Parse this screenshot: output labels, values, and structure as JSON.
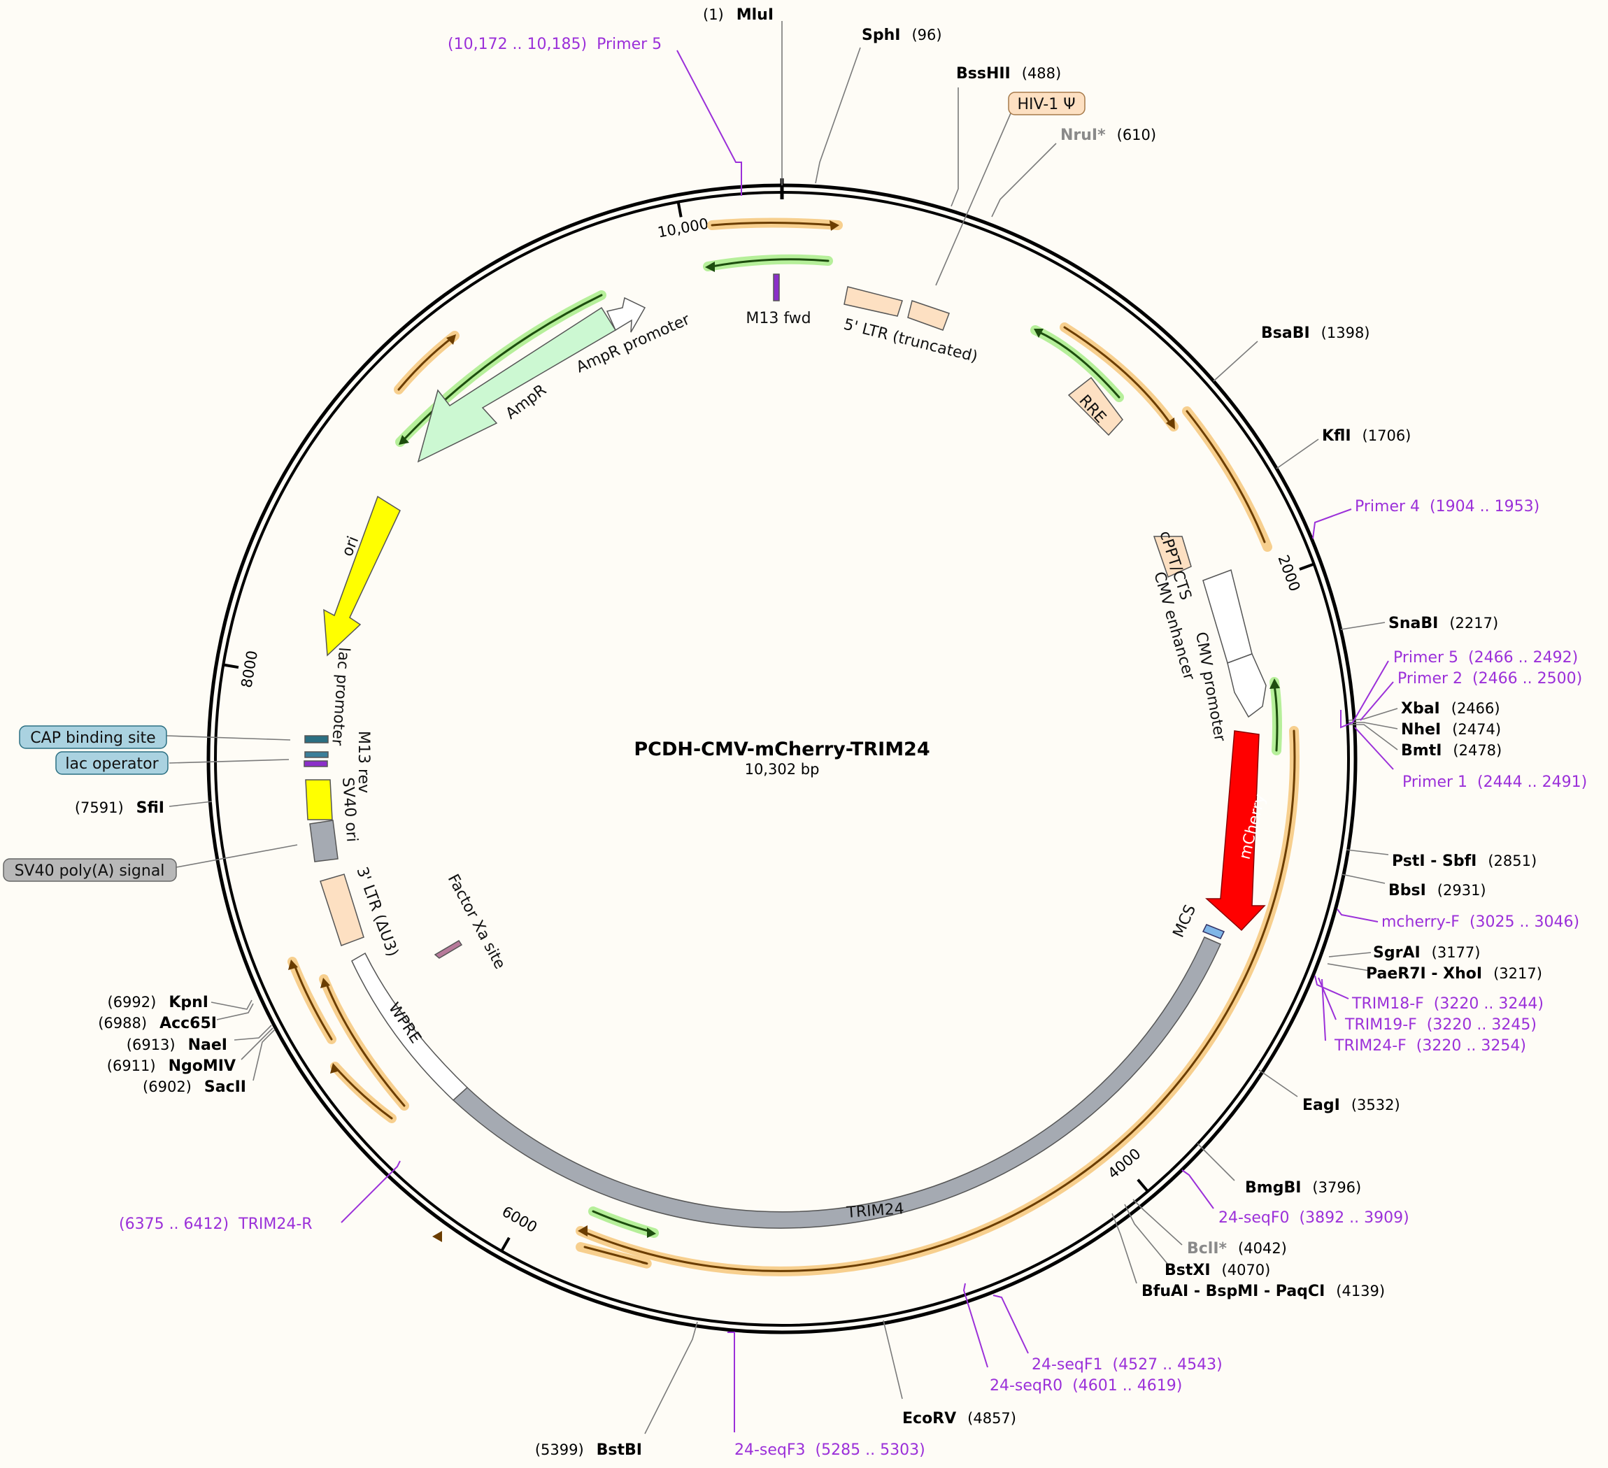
{
  "title": "PCDH-CMV-mCherry-TRIM24",
  "length_label": "10,302 bp",
  "total_bp": 10302,
  "ticks": [
    {
      "label": "2000",
      "bp": 2000
    },
    {
      "label": "4000",
      "bp": 4000
    },
    {
      "label": "6000",
      "bp": 6000
    },
    {
      "label": "8000",
      "bp": 8000
    },
    {
      "label": "10,000",
      "bp": 10000
    }
  ],
  "sites": [
    {
      "name": "MluI",
      "pos": "(1)"
    },
    {
      "name": "SphI",
      "pos": "(96)"
    },
    {
      "name": "BssHII",
      "pos": "(488)"
    },
    {
      "name": "NruI*",
      "pos": "(610)"
    },
    {
      "name": "BsaBI",
      "pos": "(1398)"
    },
    {
      "name": "KflI",
      "pos": "(1706)"
    },
    {
      "name": "SnaBI",
      "pos": "(2217)"
    },
    {
      "name": "XbaI",
      "pos": "(2466)"
    },
    {
      "name": "NheI",
      "pos": "(2474)"
    },
    {
      "name": "BmtI",
      "pos": "(2478)"
    },
    {
      "name": "PstI - SbfI",
      "pos": "(2851)"
    },
    {
      "name": "BbsI",
      "pos": "(2931)"
    },
    {
      "name": "SgrAI",
      "pos": "(3177)"
    },
    {
      "name": "PaeR7I - XhoI",
      "pos": "(3217)"
    },
    {
      "name": "EagI",
      "pos": "(3532)"
    },
    {
      "name": "BmgBI",
      "pos": "(3796)"
    },
    {
      "name": "BclI*",
      "pos": "(4042)"
    },
    {
      "name": "BstXI",
      "pos": "(4070)"
    },
    {
      "name": "BfuAI - BspMI - PaqCI",
      "pos": "(4139)"
    },
    {
      "name": "EcoRV",
      "pos": "(4857)"
    },
    {
      "name": "BstBI",
      "pos": "(5399)"
    },
    {
      "name": "SacII",
      "pos": "(6902)"
    },
    {
      "name": "NgoMIV",
      "pos": "(6911)"
    },
    {
      "name": "NaeI",
      "pos": "(6913)"
    },
    {
      "name": "Acc65I",
      "pos": "(6988)"
    },
    {
      "name": "KpnI",
      "pos": "(6992)"
    },
    {
      "name": "SfiI",
      "pos": "(7591)"
    }
  ],
  "primers": [
    {
      "name": "Primer 5",
      "range": "(10,172 .. 10,185)"
    },
    {
      "name": "Primer 4",
      "range": "(1904 .. 1953)"
    },
    {
      "name": "Primer 5",
      "range": "(2466 .. 2492)"
    },
    {
      "name": "Primer 2",
      "range": "(2466 .. 2500)"
    },
    {
      "name": "Primer 1",
      "range": "(2444 .. 2491)"
    },
    {
      "name": "mcherry-F",
      "range": "(3025 .. 3046)"
    },
    {
      "name": "TRIM18-F",
      "range": "(3220 .. 3244)"
    },
    {
      "name": "TRIM19-F",
      "range": "(3220 .. 3245)"
    },
    {
      "name": "TRIM24-F",
      "range": "(3220 .. 3254)"
    },
    {
      "name": "24-seqF0",
      "range": "(3892 .. 3909)"
    },
    {
      "name": "24-seqF1",
      "range": "(4527 .. 4543)"
    },
    {
      "name": "24-seqR0",
      "range": "(4601 .. 4619)"
    },
    {
      "name": "24-seqF3",
      "range": "(5285 .. 5303)"
    },
    {
      "name": "TRIM24-R",
      "range": "(6375 .. 6412)"
    }
  ],
  "features": {
    "hiv_psi": "HIV-1 Ψ",
    "m13_fwd": "M13 fwd",
    "ltr5": "5' LTR (truncated)",
    "rre": "RRE",
    "cppt": "cPPT/CTS",
    "cmv_enh": "CMV enhancer",
    "cmv_prom": "CMV promoter",
    "mcherry": "mCherry",
    "mcs": "MCS",
    "trim24": "TRIM24",
    "wpre": "WPRE",
    "factor_xa": "Factor Xa site",
    "ltr3": "3' LTR (ΔU3)",
    "sv40_ori": "SV40 ori",
    "m13_rev": "M13 rev",
    "lac_prom": "lac promoter",
    "ori": "ori",
    "ampr": "AmpR",
    "ampr_prom": "AmpR promoter",
    "cap": "CAP binding site",
    "lac_op": "lac operator",
    "sv40_polya": "SV40 poly(A) signal"
  },
  "colors": {
    "primer": "#9b30d9",
    "ori": "#ffff00",
    "mcherry": "#ff0000",
    "ampr": "#ccf8d2",
    "trim24": "#a5aab2",
    "ltr": "#fde0c2",
    "sv40_polya": "#b8b8b8",
    "cap": "#aad2e0",
    "orf_glow_orange": "#f7cf8e",
    "orf_glow_green": "#b6ef9a"
  }
}
